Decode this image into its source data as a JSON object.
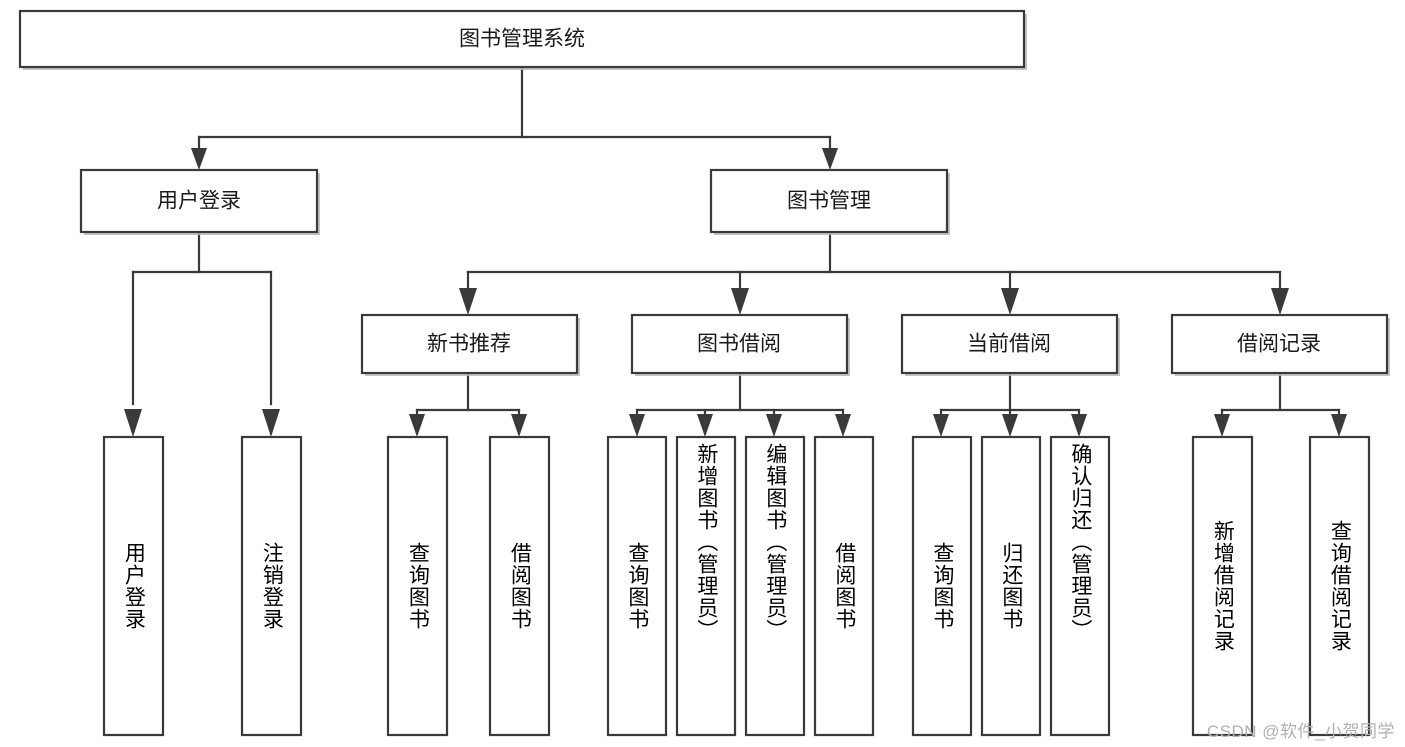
{
  "diagram": {
    "type": "tree-hierarchy",
    "title": "图书管理系统",
    "root": {
      "label": "图书管理系统",
      "name": "root-node"
    },
    "level2": [
      {
        "label": "用户登录",
        "name": "node-user-login"
      },
      {
        "label": "图书管理",
        "name": "node-book-management"
      }
    ],
    "level3": [
      {
        "label": "新书推荐",
        "name": "node-new-book-recommend"
      },
      {
        "label": "图书借阅",
        "name": "node-book-borrow"
      },
      {
        "label": "当前借阅",
        "name": "node-current-borrow"
      },
      {
        "label": "借阅记录",
        "name": "node-borrow-record"
      }
    ],
    "leaves": {
      "user_login": [
        {
          "label": "用户登录",
          "name": "leaf-user-login"
        },
        {
          "label": "注销登录",
          "name": "leaf-logout"
        }
      ],
      "new_book_recommend": [
        {
          "label": "查询图书",
          "name": "leaf-query-book-1"
        },
        {
          "label": "借阅图书",
          "name": "leaf-borrow-book-1"
        }
      ],
      "book_borrow": [
        {
          "label": "查询图书",
          "name": "leaf-query-book-2"
        },
        {
          "label": "新增图书（管理员）",
          "name": "leaf-add-book-admin"
        },
        {
          "label": "编辑图书（管理员）",
          "name": "leaf-edit-book-admin"
        },
        {
          "label": "借阅图书",
          "name": "leaf-borrow-book-2"
        }
      ],
      "current_borrow": [
        {
          "label": "查询图书",
          "name": "leaf-query-book-3"
        },
        {
          "label": "归还图书",
          "name": "leaf-return-book"
        },
        {
          "label": "确认归还（管理员）",
          "name": "leaf-confirm-return-admin"
        }
      ],
      "borrow_record": [
        {
          "label": "新增借阅记录",
          "name": "leaf-add-borrow-record"
        },
        {
          "label": "查询借阅记录",
          "name": "leaf-query-borrow-record"
        }
      ]
    },
    "watermark": "CSDN @软件_小贺同学",
    "colors": {
      "stroke": "#3a3a3a",
      "fill": "#ffffff",
      "text": "#1a1a1a",
      "watermark": "#b0b0b0",
      "shadow": "#b8b8b8"
    }
  }
}
